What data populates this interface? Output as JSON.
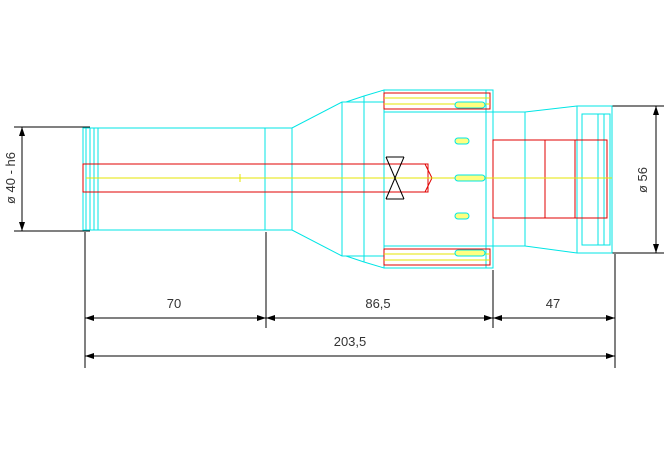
{
  "drawing": {
    "colors": {
      "background": "#ffffff",
      "outline": "#00e5e5",
      "inner_body": "#e00000",
      "center_line": "#e5e500",
      "slot_fill": "#e5e500",
      "dimension": "#000000",
      "text": "#333333"
    },
    "dimensions": {
      "shank_diameter": "ø 40 - h6",
      "nut_diameter": "ø 56",
      "shank_length": "70",
      "middle_length": "86,5",
      "nut_length": "47",
      "total_length": "203,5"
    }
  }
}
